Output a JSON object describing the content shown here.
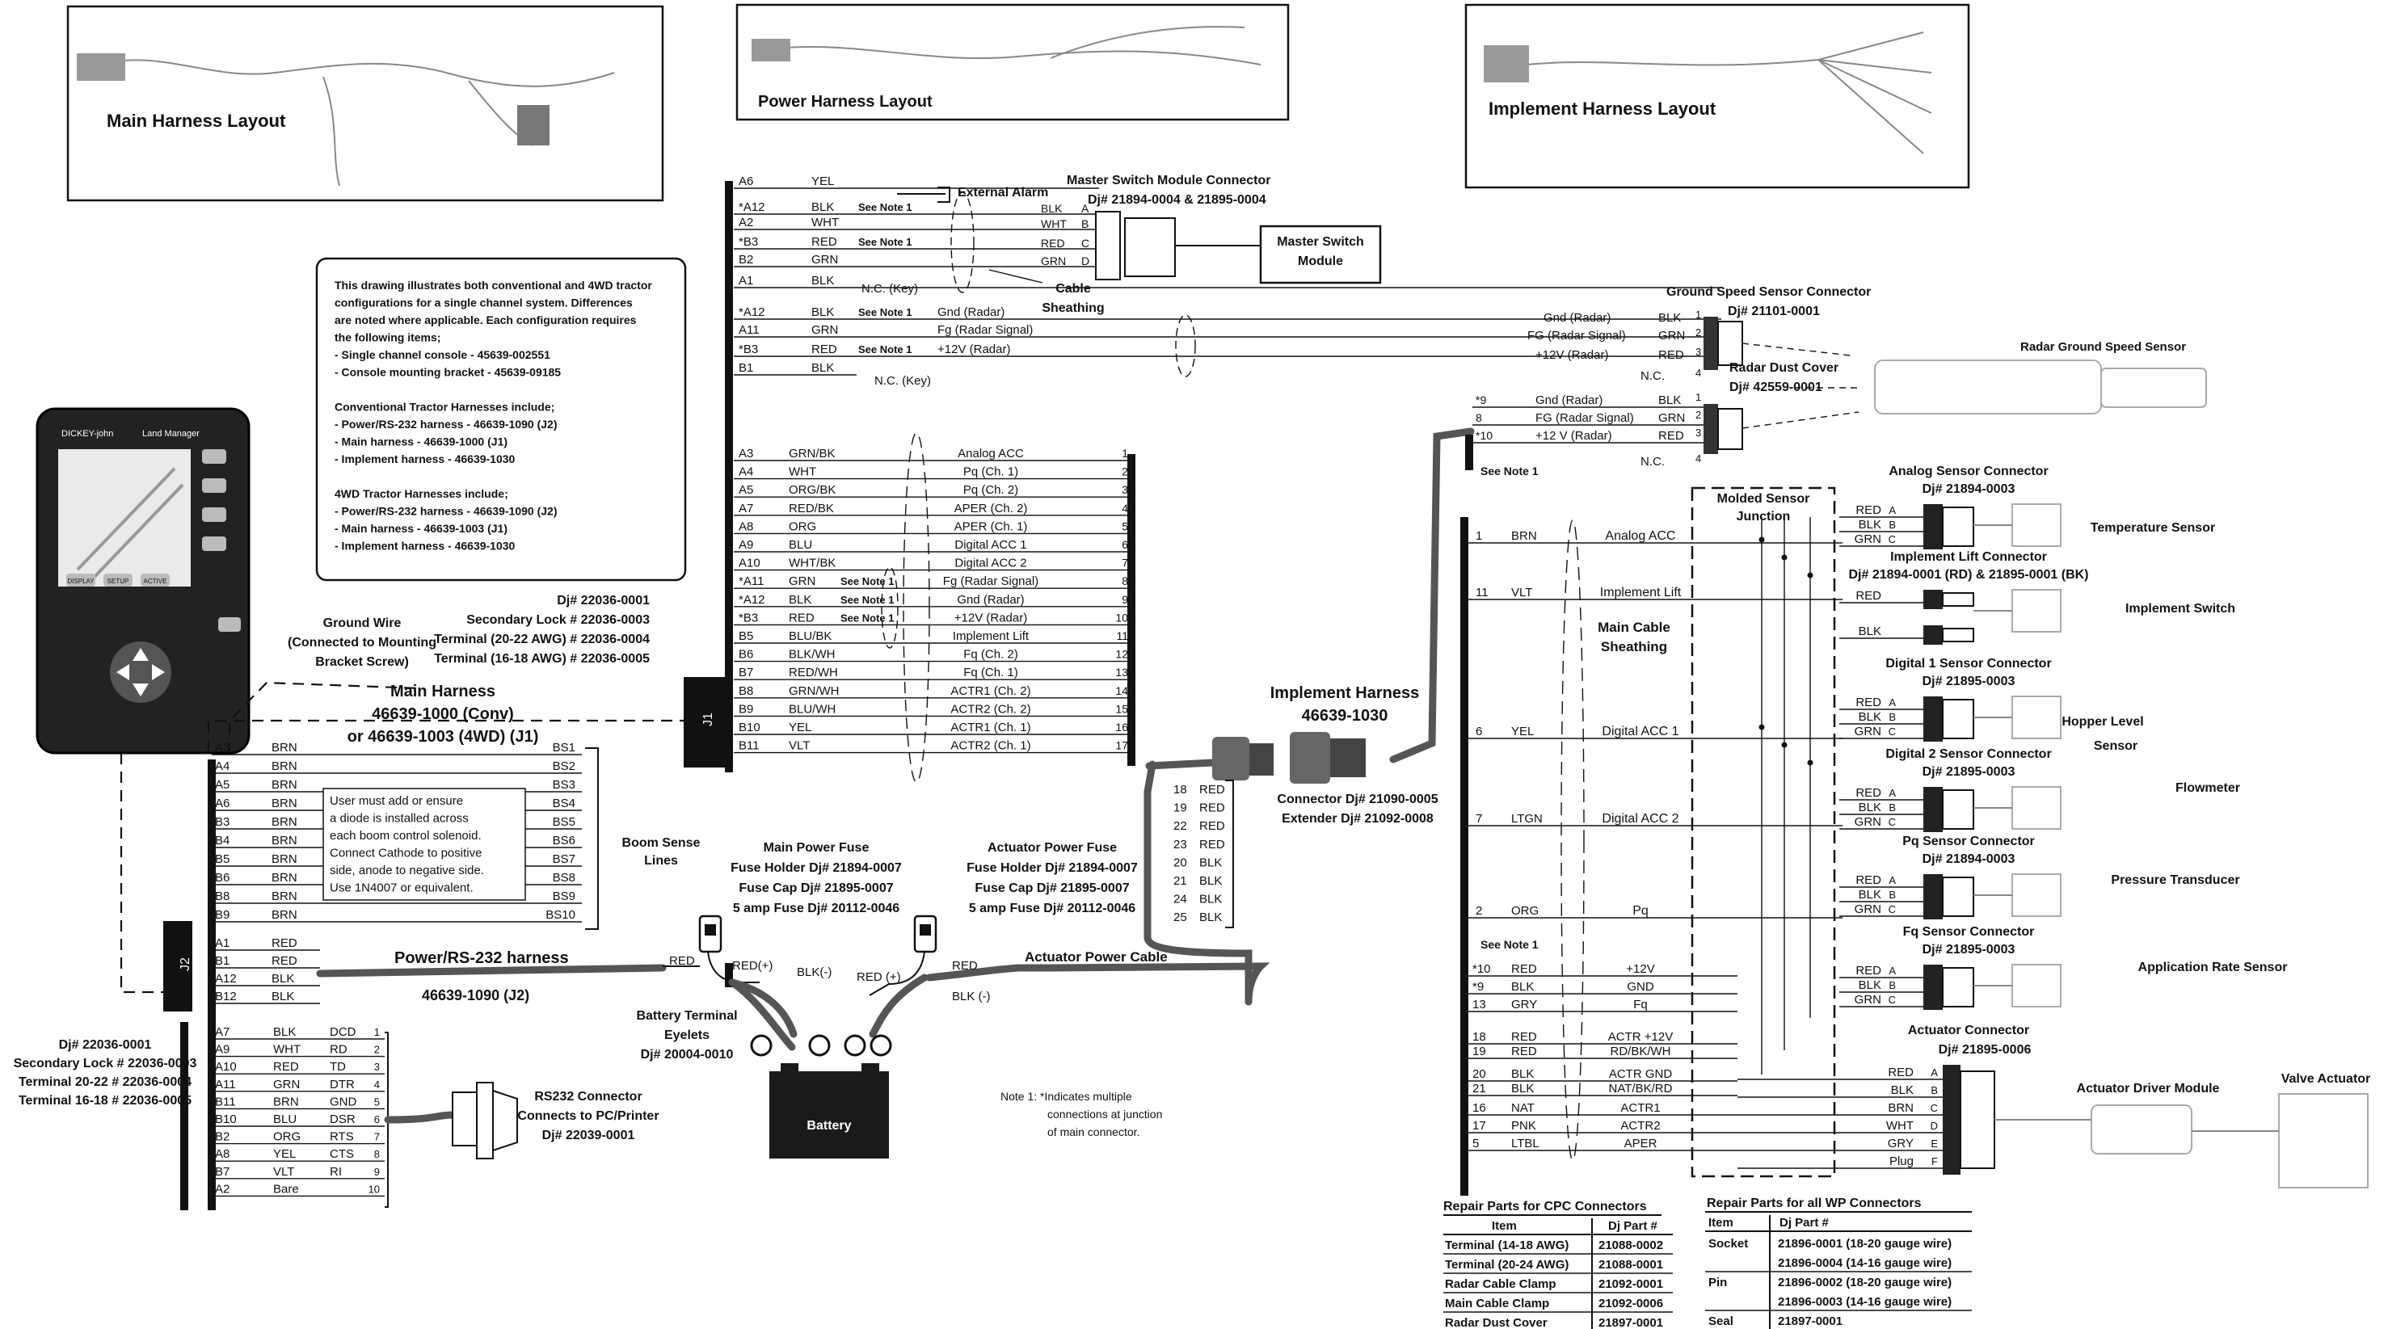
{
  "layout_titles": [
    "Main Harness Layout",
    "Power Harness Layout",
    "Implement Harness  Layout"
  ],
  "description": {
    "lines": [
      "This drawing illustrates both conventional and 4WD tractor",
      "configurations for a single channel system. Differences",
      "are noted where applicable. Each configuration requires",
      "the following items;",
      "- Single channel console - 45639-002551",
      "- Console mounting bracket - 45639-09185",
      "",
      "Conventional Tractor Harnesses include;",
      "- Power/RS-232 harness - 46639-1090 (J2)",
      "- Main harness - 46639-1000 (J1)",
      "- Implement harness - 46639-1030",
      "",
      "4WD Tractor Harnesses include;",
      "- Power/RS-232 harness - 46639-1090 (J2)",
      "- Main harness - 46639-1003 (J1)",
      "- Implement harness - 46639-1030"
    ]
  },
  "console": {
    "brand": "DICKEY-john",
    "product": "Land Manager",
    "keys": [
      "DISPLAY",
      "SETUP",
      "ACTIVE"
    ]
  },
  "ground_wire": [
    "Ground Wire",
    "(Connected to Mounting",
    "Bracket Screw)"
  ],
  "main_harness": {
    "name": "Main Harness",
    "part_conv": "46639-1000 (Conv)",
    "part_4wd": "or 46639-1003 (4WD) (J1)",
    "j1_label": "J1",
    "connector_info": [
      "Dj# 22036-0001",
      "Secondary Lock # 22036-0003",
      "Terminal (20-22 AWG) # 22036-0004",
      "Terminal (16-18 AWG) # 22036-0005"
    ]
  },
  "top_pins": [
    {
      "pin": "A6",
      "color": "YEL",
      "note": "",
      "signal": ""
    },
    {
      "pin": "*A12",
      "color": "BLK",
      "note": "See Note 1",
      "signal": ""
    },
    {
      "pin": "A2",
      "color": "WHT",
      "note": "",
      "signal": ""
    },
    {
      "pin": "*B3",
      "color": "RED",
      "note": "See Note 1",
      "signal": ""
    },
    {
      "pin": "B2",
      "color": "GRN",
      "note": "",
      "signal": ""
    },
    {
      "pin": "A1",
      "color": "BLK",
      "note": "",
      "signal": "N.C. (Key)"
    },
    {
      "pin": "*A12",
      "color": "BLK",
      "note": "See Note 1",
      "signal": "Gnd (Radar)"
    },
    {
      "pin": "A11",
      "color": "GRN",
      "note": "",
      "signal": "Fg (Radar Signal)"
    },
    {
      "pin": "*B3",
      "color": "RED",
      "note": "See Note 1",
      "signal": "+12V (Radar)"
    },
    {
      "pin": "B1",
      "color": "BLK",
      "note": "",
      "signal": "N.C. (Key)"
    }
  ],
  "external_alarm": "External Alarm",
  "master_switch": {
    "connector": "Master Switch Module Connector",
    "part": "Dj# 21894-0004 & 21895-0004",
    "module": [
      "Master Switch",
      "Module"
    ],
    "pins": [
      {
        "c": "BLK",
        "p": "A"
      },
      {
        "c": "WHT",
        "p": "B"
      },
      {
        "c": "RED",
        "p": "C"
      },
      {
        "c": "GRN",
        "p": "D"
      }
    ],
    "sheathing": [
      "Cable",
      "Sheathing"
    ]
  },
  "ground_speed": {
    "connector": "Ground Speed Sensor Connector",
    "part": "Dj# 21101-0001",
    "dust_cover": "Radar Dust Cover",
    "dust_cover_part": "Dj# 42559-0001",
    "sensor": "Radar Ground Speed Sensor",
    "pins": [
      {
        "s": "Gnd (Radar)",
        "c": "BLK",
        "n": "1"
      },
      {
        "s": "FG (Radar Signal)",
        "c": "GRN",
        "n": "2"
      },
      {
        "s": "+12V (Radar)",
        "c": "RED",
        "n": "3"
      },
      {
        "s": "N.C.",
        "c": "",
        "n": "4"
      }
    ],
    "impl_pins": [
      {
        "p": "*9",
        "s": "Gnd (Radar)",
        "c": "BLK",
        "n": "1"
      },
      {
        "p": "8",
        "s": "FG (Radar Signal)",
        "c": "GRN",
        "n": "2"
      },
      {
        "p": "*10",
        "s": "+12 V (Radar)",
        "c": "RED",
        "n": "3"
      },
      {
        "p": "",
        "s": "N.C.",
        "c": "",
        "n": "4"
      }
    ],
    "see_note": "See Note 1"
  },
  "j1_pins": [
    {
      "pin": "A3",
      "color": "GRN/BK",
      "note": "",
      "signal": "Analog ACC",
      "n": "1"
    },
    {
      "pin": "A4",
      "color": "WHT",
      "note": "",
      "signal": "Pq (Ch. 1)",
      "n": "2"
    },
    {
      "pin": "A5",
      "color": "ORG/BK",
      "note": "",
      "signal": "Pq (Ch. 2)",
      "n": "3"
    },
    {
      "pin": "A7",
      "color": "RED/BK",
      "note": "",
      "signal": "APER (Ch. 2)",
      "n": "4"
    },
    {
      "pin": "A8",
      "color": "ORG",
      "note": "",
      "signal": "APER (Ch. 1)",
      "n": "5"
    },
    {
      "pin": "A9",
      "color": "BLU",
      "note": "",
      "signal": "Digital ACC 1",
      "n": "6"
    },
    {
      "pin": "A10",
      "color": "WHT/BK",
      "note": "",
      "signal": "Digital ACC 2",
      "n": "7"
    },
    {
      "pin": "*A11",
      "color": "GRN",
      "note": "See Note 1",
      "signal": "Fg (Radar Signal)",
      "n": "8"
    },
    {
      "pin": "*A12",
      "color": "BLK",
      "note": "See Note 1",
      "signal": "Gnd (Radar)",
      "n": "9"
    },
    {
      "pin": "*B3",
      "color": "RED",
      "note": "See Note 1",
      "signal": "+12V (Radar)",
      "n": "10"
    },
    {
      "pin": "B5",
      "color": "BLU/BK",
      "note": "",
      "signal": "Implement Lift",
      "n": "11"
    },
    {
      "pin": "B6",
      "color": "BLK/WH",
      "note": "",
      "signal": "Fq (Ch. 2)",
      "n": "12"
    },
    {
      "pin": "B7",
      "color": "RED/WH",
      "note": "",
      "signal": "Fq (Ch. 1)",
      "n": "13"
    },
    {
      "pin": "B8",
      "color": "GRN/WH",
      "note": "",
      "signal": "ACTR1 (Ch. 2)",
      "n": "14"
    },
    {
      "pin": "B9",
      "color": "BLU/WH",
      "note": "",
      "signal": "ACTR2 (Ch. 2)",
      "n": "15"
    },
    {
      "pin": "B10",
      "color": "YEL",
      "note": "",
      "signal": "ACTR1 (Ch. 1)",
      "n": "16"
    },
    {
      "pin": "B11",
      "color": "VLT",
      "note": "",
      "signal": "ACTR2 (Ch. 1)",
      "n": "17"
    }
  ],
  "boom": {
    "pins": [
      {
        "pin": "A3",
        "color": "BRN",
        "bs": "BS1"
      },
      {
        "pin": "A4",
        "color": "BRN",
        "bs": "BS2"
      },
      {
        "pin": "A5",
        "color": "BRN",
        "bs": "BS3"
      },
      {
        "pin": "A6",
        "color": "BRN",
        "bs": "BS4"
      },
      {
        "pin": "B3",
        "color": "BRN",
        "bs": "BS5"
      },
      {
        "pin": "B4",
        "color": "BRN",
        "bs": "BS6"
      },
      {
        "pin": "B5",
        "color": "BRN",
        "bs": "BS7"
      },
      {
        "pin": "B6",
        "color": "BRN",
        "bs": "BS8"
      },
      {
        "pin": "B8",
        "color": "BRN",
        "bs": "BS9"
      },
      {
        "pin": "B9",
        "color": "BRN",
        "bs": "BS10"
      }
    ],
    "note": [
      "User must add or ensure",
      "a diode is installed across",
      "each boom control solenoid.",
      "Connect Cathode to positive",
      "side, anode to negative side.",
      "Use 1N4007 or equivalent."
    ],
    "label": [
      "Boom Sense",
      "Lines"
    ]
  },
  "j2": {
    "label": "J2",
    "power_pins": [
      {
        "pin": "A1",
        "color": "RED"
      },
      {
        "pin": "B1",
        "color": "RED"
      },
      {
        "pin": "A12",
        "color": "BLK"
      },
      {
        "pin": "B12",
        "color": "BLK"
      }
    ],
    "harness": "Power/RS-232 harness",
    "harness_part": "46639-1090 (J2)",
    "connector_info": [
      "Dj# 22036-0001",
      "Secondary Lock # 22036-0003",
      "Terminal 20-22 # 22036-0004",
      "Terminal 16-18 # 22036-0005"
    ],
    "rs232_pins": [
      {
        "pin": "A7",
        "color": "BLK",
        "sig": "DCD",
        "n": "1"
      },
      {
        "pin": "A9",
        "color": "WHT",
        "sig": "RD",
        "n": "2"
      },
      {
        "pin": "A10",
        "color": "RED",
        "sig": "TD",
        "n": "3"
      },
      {
        "pin": "A11",
        "color": "GRN",
        "sig": "DTR",
        "n": "4"
      },
      {
        "pin": "B11",
        "color": "BRN",
        "sig": "GND",
        "n": "5"
      },
      {
        "pin": "B10",
        "color": "BLU",
        "sig": "DSR",
        "n": "6"
      },
      {
        "pin": "B2",
        "color": "ORG",
        "sig": "RTS",
        "n": "7"
      },
      {
        "pin": "A8",
        "color": "YEL",
        "sig": "CTS",
        "n": "8"
      },
      {
        "pin": "B7",
        "color": "VLT",
        "sig": "RI",
        "n": "9"
      },
      {
        "pin": "A2",
        "color": "Bare",
        "sig": "",
        "n": "10"
      }
    ],
    "rs232_connector": [
      "RS232 Connector",
      "Connects to PC/Printer",
      "Dj# 22039-0001"
    ]
  },
  "fuses": {
    "main": [
      "Main Power Fuse",
      "Fuse Holder Dj# 21894-0007",
      "Fuse Cap Dj# 21895-0007",
      "5 amp Fuse Dj# 20112-0046"
    ],
    "actuator": [
      "Actuator Power Fuse",
      "Fuse Holder Dj# 21894-0007",
      "Fuse Cap Dj# 21895-0007",
      "5 amp Fuse Dj# 20112-0046"
    ],
    "wire_labels": {
      "red": "RED",
      "red_plus": "RED(+)",
      "blk_minus": "BLK(-)",
      "red_plus2": "RED (+)",
      "blk_minus2": "BLK (-)"
    },
    "actuator_cable": "Actuator Power Cable"
  },
  "battery": {
    "label": "Battery",
    "eyelets": [
      "Battery Terminal",
      "Eyelets",
      "Dj# 20004-0010"
    ]
  },
  "note1": [
    "Note 1: *Indicates multiple",
    "connections at junction",
    "of main connector."
  ],
  "implement_harness": {
    "name": "Implement Harness",
    "part": "46639-1030",
    "connector": [
      "Connector Dj# 21090-0005",
      "Extender Dj# 21092-0008"
    ],
    "ext_pins": [
      {
        "p": "18",
        "c": "RED"
      },
      {
        "p": "19",
        "c": "RED"
      },
      {
        "p": "22",
        "c": "RED"
      },
      {
        "p": "23",
        "c": "RED"
      },
      {
        "p": "20",
        "c": "BLK"
      },
      {
        "p": "21",
        "c": "BLK"
      },
      {
        "p": "24",
        "c": "BLK"
      },
      {
        "p": "25",
        "c": "BLK"
      }
    ],
    "molded_junction": [
      "Molded Sensor",
      "Junction"
    ],
    "main_sheathing": [
      "Main Cable",
      "Sheathing"
    ],
    "wires": [
      {
        "p": "1",
        "c": "BRN",
        "s": "Analog ACC"
      },
      {
        "p": "11",
        "c": "VLT",
        "s": "Implement Lift"
      },
      {
        "p": "6",
        "c": "YEL",
        "s": "Digital ACC 1"
      },
      {
        "p": "7",
        "c": "LTGN",
        "s": "Digital ACC 2"
      },
      {
        "p": "2",
        "c": "ORG",
        "s": "Pq"
      }
    ],
    "see_note": "See Note 1",
    "lower_wires": [
      {
        "p": "*10",
        "c": "RED",
        "s": "+12V"
      },
      {
        "p": "*9",
        "c": "BLK",
        "s": "GND"
      },
      {
        "p": "13",
        "c": "GRY",
        "s": "Fq"
      },
      {
        "p": "18",
        "c": "RED",
        "s": "ACTR +12V"
      },
      {
        "p": "19",
        "c": "RED",
        "s": "RD/BK/WH"
      },
      {
        "p": "20",
        "c": "BLK",
        "s": "ACTR GND"
      },
      {
        "p": "21",
        "c": "BLK",
        "s": "NAT/BK/RD"
      },
      {
        "p": "16",
        "c": "NAT",
        "s": "ACTR1"
      },
      {
        "p": "17",
        "c": "PNK",
        "s": "ACTR2"
      },
      {
        "p": "5",
        "c": "LTBL",
        "s": "APER"
      }
    ]
  },
  "sensors": [
    {
      "connector": "Analog Sensor Connector",
      "part": "Dj# 21894-0003",
      "device": "Temperature Sensor",
      "pins": [
        {
          "c": "RED",
          "p": "A"
        },
        {
          "c": "BLK",
          "p": "B"
        },
        {
          "c": "GRN",
          "p": "C"
        }
      ]
    },
    {
      "connector": "Implement Lift Connector",
      "part": "Dj# 21894-0001 (RD) & 21895-0001 (BK)",
      "device": "Implement Switch",
      "pins": [
        {
          "c": "RED",
          "p": ""
        },
        {
          "c": "BLK",
          "p": ""
        }
      ]
    },
    {
      "connector": "Digital 1 Sensor Connector",
      "part": "Dj# 21895-0003",
      "device": "Hopper Level Sensor",
      "pins": [
        {
          "c": "RED",
          "p": "A"
        },
        {
          "c": "BLK",
          "p": "B"
        },
        {
          "c": "GRN",
          "p": "C"
        }
      ]
    },
    {
      "connector": "Digital 2 Sensor Connector",
      "part": "Dj# 21895-0003",
      "device": "Flowmeter",
      "pins": [
        {
          "c": "RED",
          "p": "A"
        },
        {
          "c": "BLK",
          "p": "B"
        },
        {
          "c": "GRN",
          "p": "C"
        }
      ]
    },
    {
      "connector": "Pq Sensor Connector",
      "part": "Dj# 21894-0003",
      "device": "Pressure Transducer",
      "pins": [
        {
          "c": "RED",
          "p": "A"
        },
        {
          "c": "BLK",
          "p": "B"
        },
        {
          "c": "GRN",
          "p": "C"
        }
      ]
    },
    {
      "connector": "Fq Sensor Connector",
      "part": "Dj# 21895-0003",
      "device": "Application Rate Sensor",
      "pins": [
        {
          "c": "RED",
          "p": "A"
        },
        {
          "c": "BLK",
          "p": "B"
        },
        {
          "c": "GRN",
          "p": "C"
        }
      ]
    }
  ],
  "actuator": {
    "connector": "Actuator Connector",
    "part": "Dj# 21895-0006",
    "module": "Actuator Driver Module",
    "valve": "Valve Actuator",
    "pins": [
      {
        "c": "RED",
        "p": "A"
      },
      {
        "c": "BLK",
        "p": "B"
      },
      {
        "c": "BRN",
        "p": "C"
      },
      {
        "c": "WHT",
        "p": "D"
      },
      {
        "c": "GRY",
        "p": "E"
      },
      {
        "c": "Plug",
        "p": "F"
      }
    ]
  },
  "cpc_table": {
    "title": "Repair Parts for CPC Connectors",
    "headers": [
      "Item",
      "Dj Part #"
    ],
    "rows": [
      [
        "Terminal (14-18 AWG)",
        "21088-0002"
      ],
      [
        "Terminal (20-24 AWG)",
        "21088-0001"
      ],
      [
        "Radar Cable Clamp",
        "21092-0001"
      ],
      [
        "Main Cable Clamp",
        "21092-0006"
      ],
      [
        "Radar Dust Cover",
        "21897-0001"
      ]
    ]
  },
  "wp_table": {
    "title": "Repair Parts for all WP Connectors",
    "headers": [
      "Item",
      "Dj Part #"
    ],
    "rows": [
      [
        "Socket",
        "21896-0001 (18-20 gauge wire)"
      ],
      [
        "",
        "21896-0004 (14-16 gauge wire)"
      ],
      [
        "Pin",
        "21896-0002 (18-20 gauge wire)"
      ],
      [
        "",
        "21896-0003 (14-16 gauge wire)"
      ],
      [
        "Seal",
        "21897-0001"
      ]
    ]
  }
}
